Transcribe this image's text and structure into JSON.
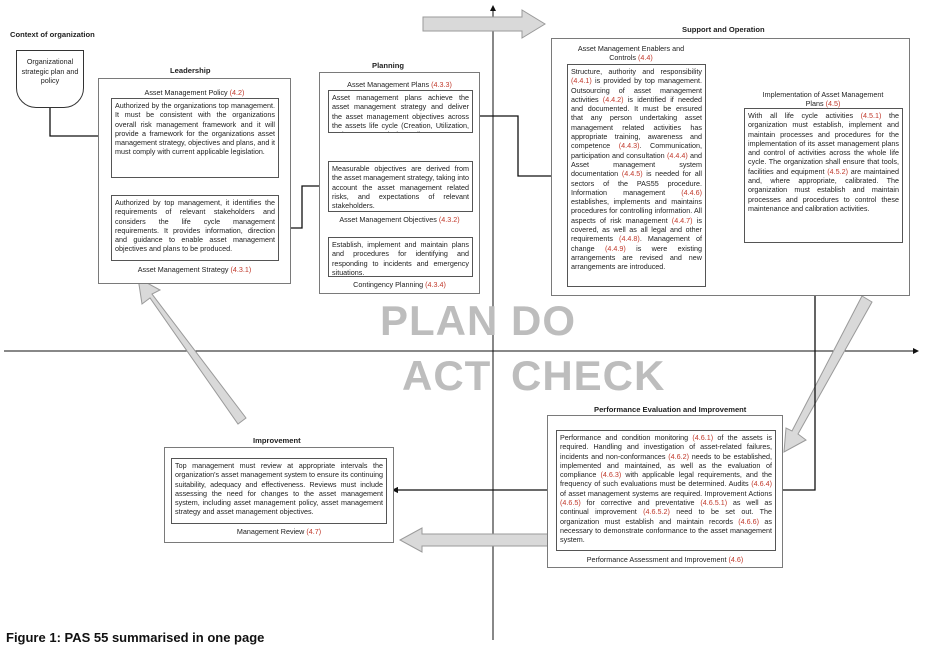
{
  "context": {
    "heading": "Context of organization",
    "box": "Organizational strategic plan and policy"
  },
  "leadership": {
    "heading": "Leadership",
    "policy_label": "Asset Management Policy",
    "policy_ref": "(4.2)",
    "policy_text": "Authorized by the organizations top management. It must be consistent with the organizations overall risk management framework and it will provide a framework for the organizations asset management strategy, objectives and plans, and it must comply with current applicable legislation.",
    "strategy_text": "Authorized by top management, it identifies the requirements of relevant stakeholders and considers the life cycle management requirements. It provides information, direction and guidance to enable asset management objectives and plans to be produced.",
    "strategy_label": "Asset Management Strategy",
    "strategy_ref": "(4.3.1)"
  },
  "planning": {
    "heading": "Planning",
    "plans_label": "Asset Management Plans",
    "plans_ref": "(4.3.3)",
    "plans_text": "Asset management plans achieve the asset management strategy and deliver the asset management objectives across the assets life cycle (Creation, Utilization, Maintenance, and Disposal)",
    "objectives_text": "Measurable objectives are derived from the asset management strategy, taking into account the asset management related risks, and expectations of relevant stakeholders.",
    "objectives_label": "Asset Management Objectives",
    "objectives_ref": "(4.3.2)",
    "contingency_text": "Establish, implement and maintain plans and procedures for identifying and responding to incidents and emergency situations.",
    "contingency_label": "Contingency Planning",
    "contingency_ref": "(4.3.4)"
  },
  "support": {
    "heading": "Support and Operation",
    "enablers_label_1": "Asset Management Enablers and",
    "enablers_label_2": "Controls",
    "enablers_ref": "(4.4)",
    "enablers_parts": [
      "Structure, authority and responsibility ",
      "(4.4.1)",
      " is provided by top management. Outsourcing of asset management activities ",
      "(4.4.2)",
      " is identified if needed and documented. It must be ensured that any person undertaking asset management related activities has appropriate training, awareness and competence ",
      "(4.4.3)",
      ". Communication, participation and consultation ",
      "(4.4.4)",
      " and Asset management system documentation ",
      "(4.4.5)",
      " is needed for all sectors of the PAS55 procedure. Information management ",
      "(4.4.6)",
      " establishes, implements and maintains procedures for controlling information. All aspects of risk management ",
      "(4.4.7)",
      " is covered, as well as all legal and other requirements ",
      "(4.4.8)",
      ". Management of change ",
      "(4.4.9)",
      " is were existing arrangements are revised and new arrangements are introduced."
    ],
    "impl_label_1": "Implementation of Asset Management",
    "impl_label_2": "Plans",
    "impl_ref": "(4.5)",
    "impl_parts": [
      "With all life cycle activities ",
      "(4.5.1)",
      " the organization must establish, implement and maintain processes and procedures for the implementation of its asset management plans and control of activities across the whole life cycle. The organization shall ensure that tools, facilities and equipment ",
      "(4.5.2)",
      " are maintained and, where appropriate, calibrated. The organization must establish and maintain processes and procedures to control these maintenance and calibration activities."
    ]
  },
  "performance": {
    "heading": "Performance Evaluation and Improvement",
    "text_parts": [
      "Performance and condition monitoring ",
      "(4.6.1)",
      " of the assets is required. Handling and investigation of asset-related failures, incidents and non-conformances ",
      "(4.6.2)",
      " needs to be established, implemented and maintained, as well as the evaluation of compliance ",
      "(4.6.3)",
      " with applicable legal requirements, and the frequency of such evaluations must be determined. Audits ",
      "(4.6.4)",
      " of asset management systems are required. Improvement Actions ",
      "(4.6.5)",
      " for corrective and preventative ",
      "(4.6.5.1)",
      " as well as continual improvement ",
      "(4.6.5.2)",
      " need to be set out. The organization must establish and maintain records ",
      "(4.6.6)",
      " as necessary to demonstrate conformance to the asset management system."
    ],
    "label": "Performance Assessment and Improvement",
    "ref": "(4.6)"
  },
  "improvement": {
    "heading": "Improvement",
    "text": "Top management must review at appropriate intervals the organization's asset management system to ensure its continuing suitability, adequacy and effectiveness. Reviews must include assessing the need for changes to the asset management system, including asset management policy, asset management strategy and asset management objectives.",
    "label": "Management Review",
    "ref": "(4.7)"
  },
  "quadrants": {
    "plan": "PLAN",
    "do": "DO",
    "act": "ACT",
    "check": "CHECK"
  },
  "caption": "Figure 1: PAS 55 summarised in one page",
  "colors": {
    "ref": "#c0392b",
    "quadrant_text": "#bdbdbd",
    "arrow_fill": "#d9d9d9"
  }
}
